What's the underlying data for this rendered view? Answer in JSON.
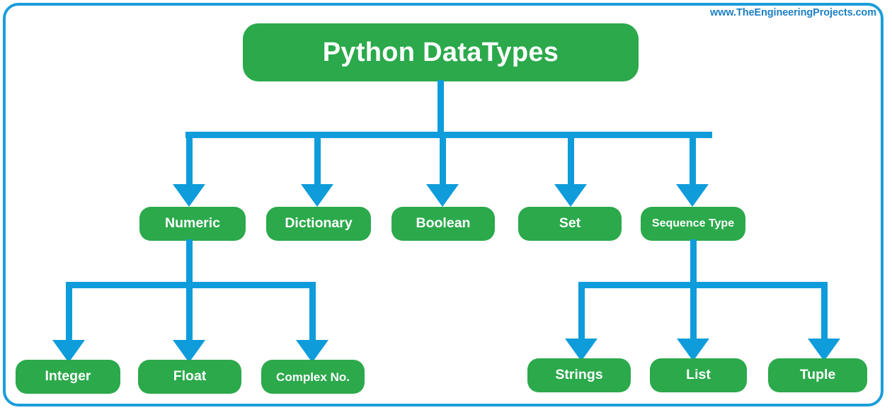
{
  "meta": {
    "site_url": "www.TheEngineeringProjects.com"
  },
  "colors": {
    "node_green": "#2BA94B",
    "connector_blue": "#0E9CDB",
    "frame_blue": "#1B9DD9",
    "url_blue": "#1B7FC4",
    "text_white": "#FFFFFF",
    "background": "#FFFFFF"
  },
  "diagram": {
    "title": "Python DataTypes",
    "root": {
      "label": "Python DataTypes"
    },
    "level2": [
      {
        "label": "Numeric"
      },
      {
        "label": "Dictionary"
      },
      {
        "label": "Boolean"
      },
      {
        "label": "Set"
      },
      {
        "label": "Sequence Type"
      }
    ],
    "numeric_children": [
      {
        "label": "Integer"
      },
      {
        "label": "Float"
      },
      {
        "label": "Complex No."
      }
    ],
    "sequence_children": [
      {
        "label": "Strings"
      },
      {
        "label": "List"
      },
      {
        "label": "Tuple"
      }
    ]
  }
}
